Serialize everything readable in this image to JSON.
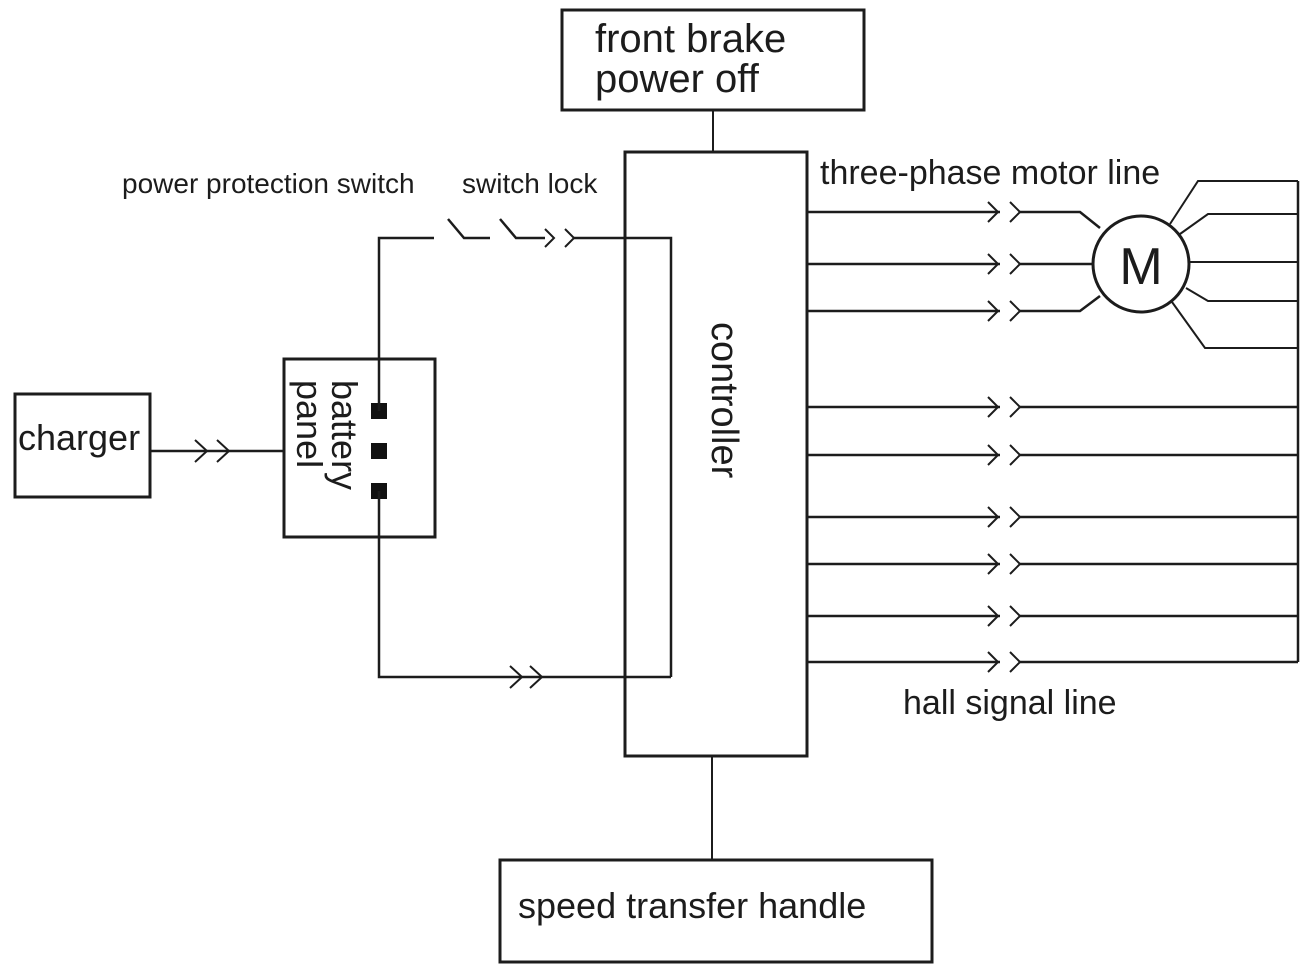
{
  "labels": {
    "front_brake_line1": "front brake",
    "front_brake_line2": "power off",
    "power_protection_switch": "power protection switch",
    "switch_lock": "switch lock",
    "three_phase_motor_line": "three-phase motor line",
    "motor_symbol": "M",
    "charger": "charger",
    "battery_panel_line1": "battery",
    "battery_panel_line2": "panel",
    "controller": "controller",
    "hall_signal_line": "hall signal line",
    "speed_transfer_handle": "speed transfer handle"
  }
}
